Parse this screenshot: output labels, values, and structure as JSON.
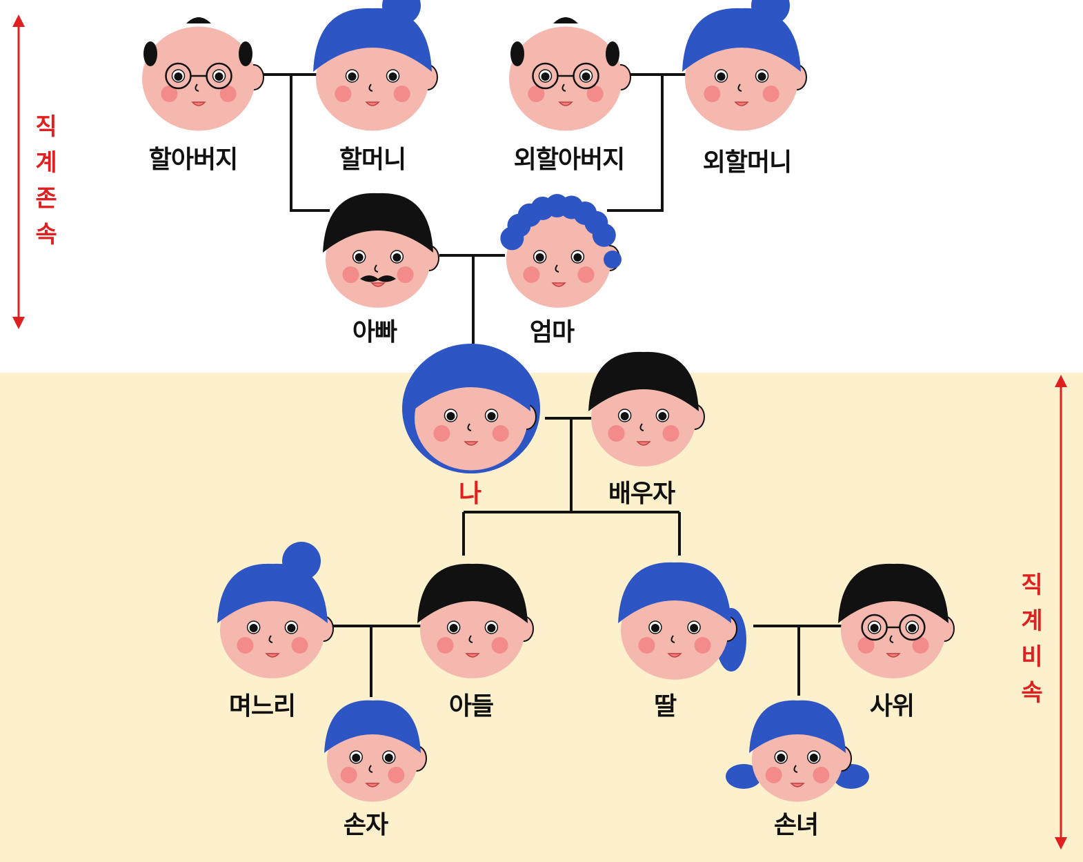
{
  "colors": {
    "skin": "#f5b8ae",
    "cheek": "#f07c7c",
    "hair_blue": "#2e55c4",
    "hair_black": "#111111",
    "line": "#111111",
    "accent_red": "#e02020",
    "descendant_bg": "#fdf0cc"
  },
  "side_labels": {
    "ascendant": "직계존속",
    "descendant": "직계비속"
  },
  "members": {
    "grandfather_paternal": "할아버지",
    "grandmother_paternal": "할머니",
    "grandfather_maternal": "외할아버지",
    "grandmother_maternal": "외할머니",
    "father": "아빠",
    "mother": "엄마",
    "me": "나",
    "spouse": "배우자",
    "daughter_in_law": "며느리",
    "son": "아들",
    "daughter": "딸",
    "son_in_law": "사위",
    "grandson": "손자",
    "granddaughter": "손녀"
  },
  "icons": {
    "face": "face-icon",
    "arrow": "double-arrow-icon"
  }
}
